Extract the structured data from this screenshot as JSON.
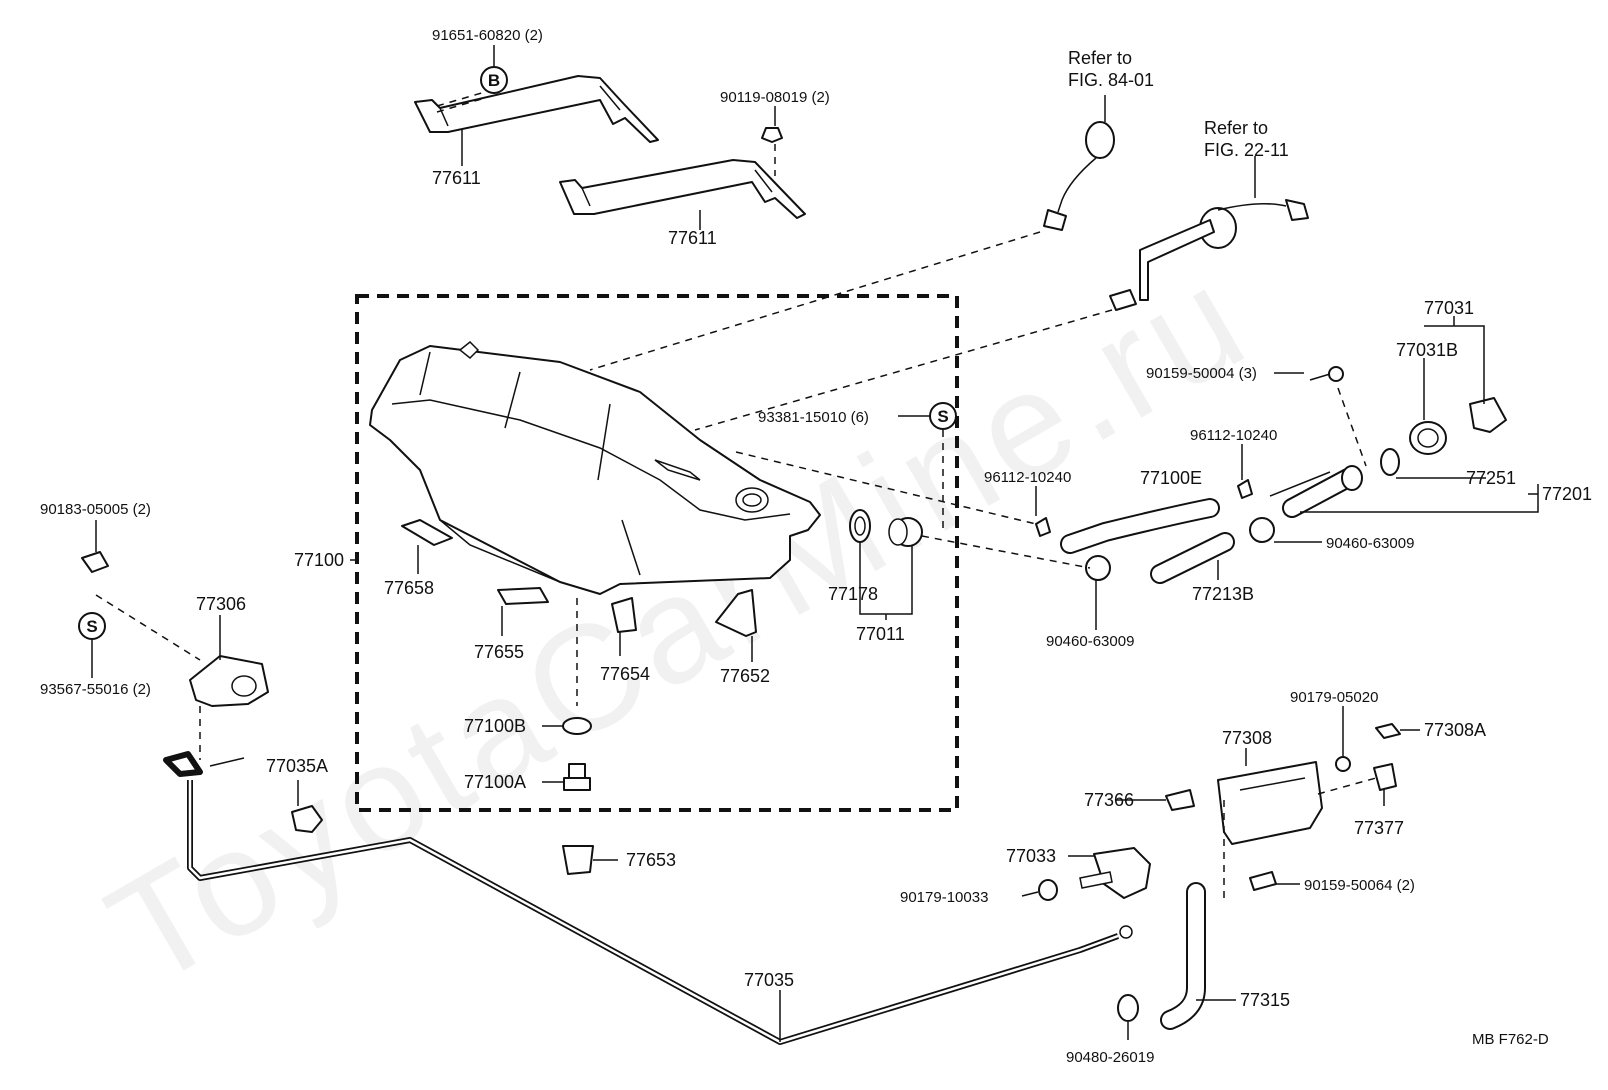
{
  "watermark": "ToyotaCarMine.ru",
  "footer_code": "MB  F762-D",
  "refs": {
    "fig_84": {
      "line1": "Refer to",
      "line2": "FIG. 84-01"
    },
    "fig_22": {
      "line1": "Refer to",
      "line2": "FIG. 22-11"
    }
  },
  "symbols": {
    "b": "B",
    "s": "S"
  },
  "labels": {
    "p91651": "91651-60820 (2)",
    "p77611_a": "77611",
    "p90119": "90119-08019 (2)",
    "p77611_b": "77611",
    "p77031": "77031",
    "p77031b": "77031B",
    "p90159_50004": "90159-50004 (3)",
    "p93381": "93381-15010 (6)",
    "p96112_a": "96112-10240",
    "p96112_b": "96112-10240",
    "p77100e": "77100E",
    "p77251": "77251",
    "p77201": "77201",
    "p90460_a": "90460-63009",
    "p77213b": "77213B",
    "p90460_b": "90460-63009",
    "p90183": "90183-05005 (2)",
    "p77306": "77306",
    "p93567": "93567-55016 (2)",
    "p77100": "77100",
    "p77658": "77658",
    "p77655": "77655",
    "p77654": "77654",
    "p77652": "77652",
    "p77178": "77178",
    "p77011": "77011",
    "p77100b": "77100B",
    "p77100a": "77100A",
    "p77035a": "77035A",
    "p77653": "77653",
    "p90179_05020": "90179-05020",
    "p77308a": "77308A",
    "p77308": "77308",
    "p77366": "77366",
    "p77377": "77377",
    "p77033": "77033",
    "p90179_10033": "90179-10033",
    "p90159_50064": "90159-50064 (2)",
    "p77035": "77035",
    "p77315": "77315",
    "p90480": "90480-26019"
  }
}
